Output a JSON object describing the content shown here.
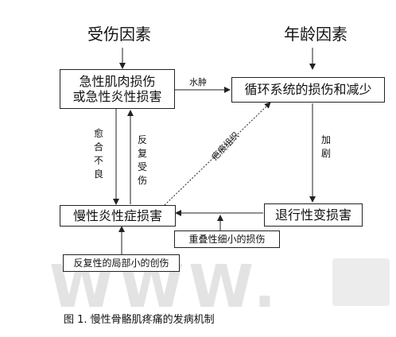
{
  "factors": {
    "injury_factor": "受伤因素",
    "age_factor": "年龄因素"
  },
  "nodes": {
    "acute_injury_line1": "急性肌肉损伤",
    "acute_injury_line2": "或急性炎性损害",
    "circulation": "循环系统的损伤和减少",
    "chronic_inflammation": "慢性炎性症损害",
    "degenerative": "退行性变损害",
    "repeated_trauma": "反复性的局部小的创伤",
    "overlapping_injury": "重叠性细小的损伤"
  },
  "edge_labels": {
    "edema": "水肿",
    "aggravate": "加剧",
    "poor_healing": "愈合不良",
    "recurrent_injury": "反复受伤",
    "scar_tissue": "疤痕组织"
  },
  "caption": "图 1.  慢性骨骼肌疼痛的发病机制",
  "watermark": "WWW.",
  "colors": {
    "line": "#222222",
    "text": "#111111",
    "watermark": "#e3e3e3"
  }
}
